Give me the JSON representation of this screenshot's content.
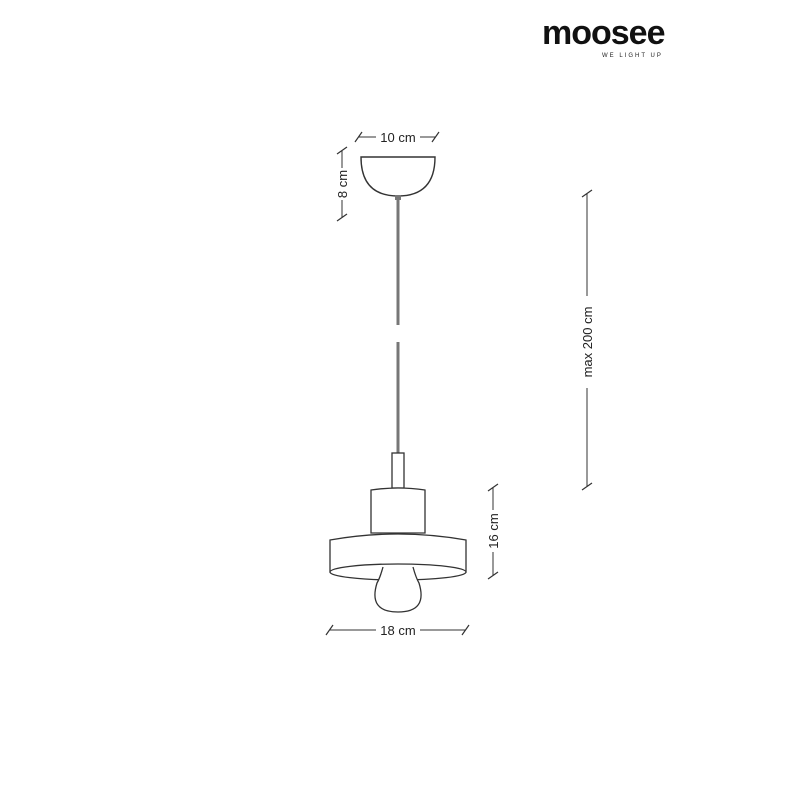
{
  "brand": {
    "name": "moosee",
    "tagline": "WE LIGHT UP"
  },
  "diagram": {
    "type": "pendant lamp dimension drawing",
    "colors": {
      "line": "#333333",
      "cord": "#777777",
      "background": "#ffffff"
    },
    "dimensions": {
      "canopy_width": "10 cm",
      "canopy_height": "8 cm",
      "max_length": "max 200 cm",
      "shade_height": "16 cm",
      "shade_width": "18 cm"
    }
  }
}
